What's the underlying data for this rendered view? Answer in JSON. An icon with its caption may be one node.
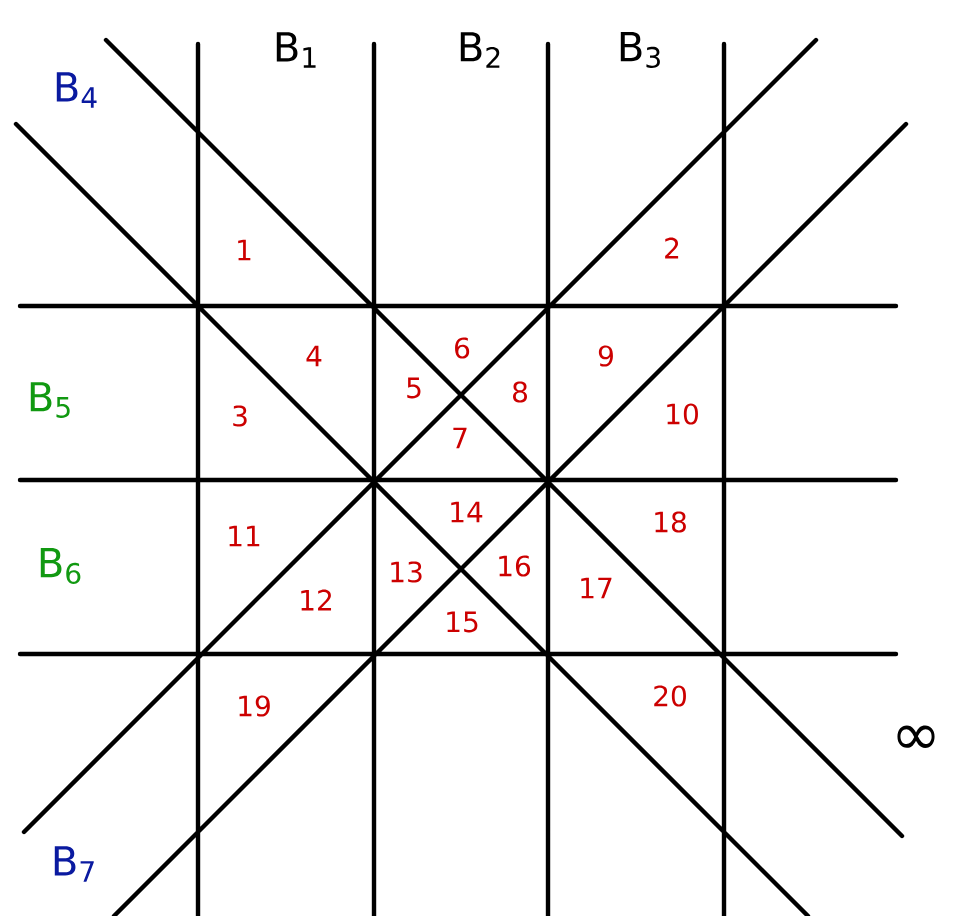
{
  "diagram": {
    "labels": [
      "B$_{1}$",
      "B$_{2}$",
      "B$_{3}$",
      "B$_{4}$",
      "B$_{5}$",
      "B$_{6}$",
      "B$_{7}$",
      "1",
      "2",
      "3",
      "4",
      "5",
      "6",
      "7",
      "8",
      "9",
      "10",
      "11",
      "12",
      "13",
      "14",
      "15",
      "16",
      "17",
      "18",
      "19",
      "20",
      "∞"
    ]
  }
}
